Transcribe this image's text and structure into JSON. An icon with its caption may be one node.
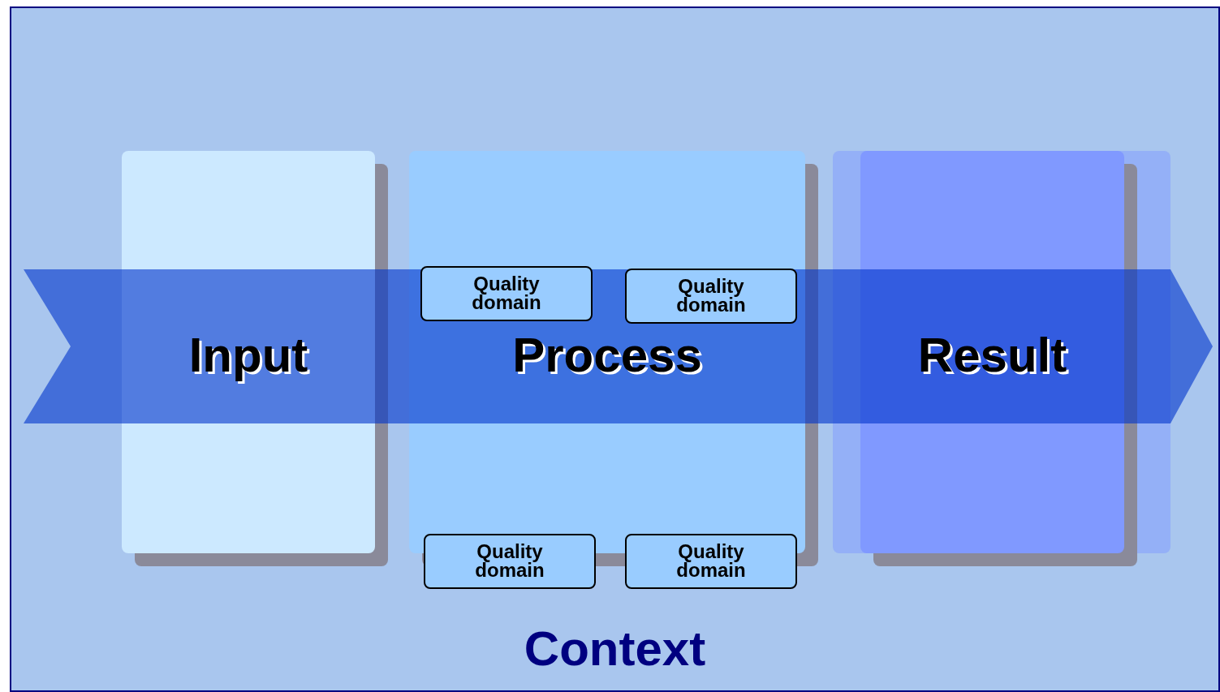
{
  "diagram": {
    "nodes": [
      {
        "text": [
          "Context"
        ]
      },
      {
        "text": [
          "Input"
        ],
        "in": 0
      },
      {
        "text": [
          "Process"
        ],
        "in": 0
      },
      {
        "text": [
          "Result"
        ],
        "in": 0
      },
      {
        "text": [
          "Quality domain"
        ],
        "in": 2
      },
      {
        "text": [
          "Quality domain"
        ],
        "in": 2
      },
      {
        "text": [
          "Quality domain"
        ],
        "in": 0
      },
      {
        "text": [
          "Quality domain"
        ],
        "in": 0
      }
    ],
    "edges": []
  }
}
